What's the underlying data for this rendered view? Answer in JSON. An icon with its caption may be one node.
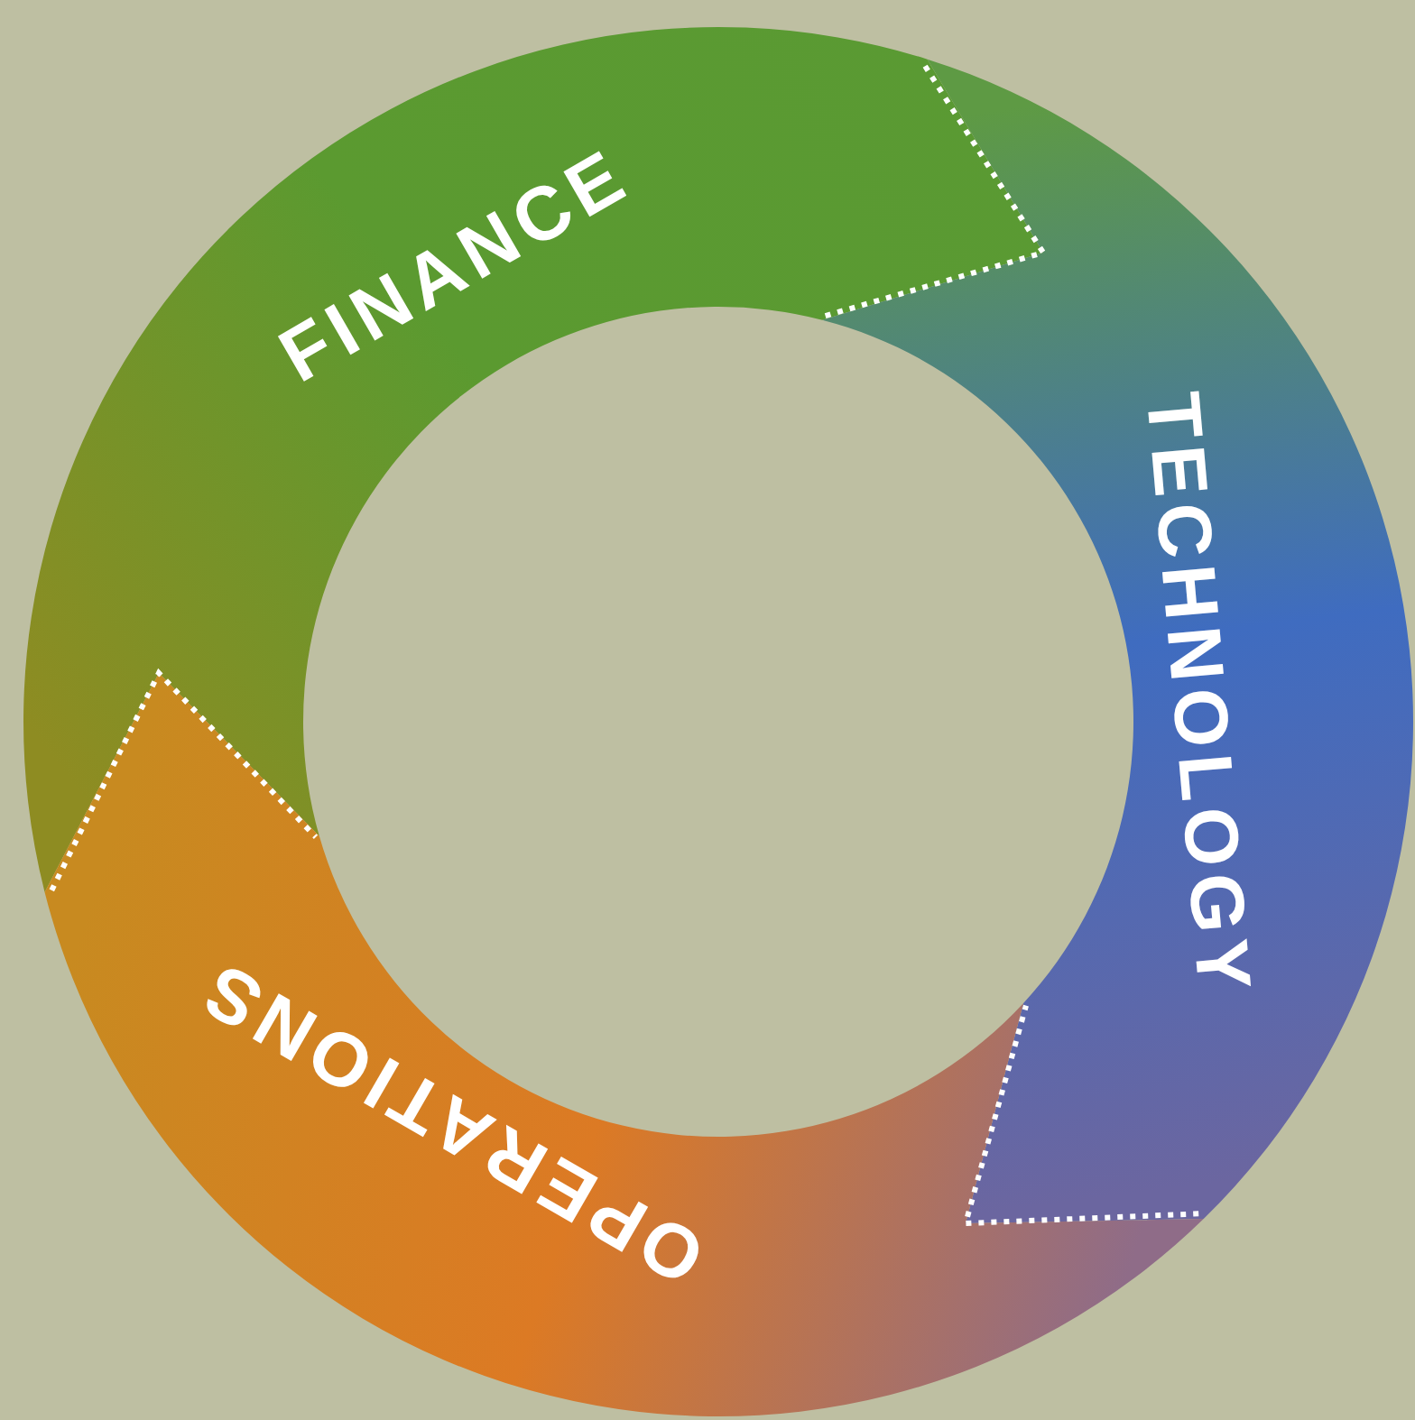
{
  "diagram": {
    "nodes": [
      {
        "text": [
          "FINANCE"
        ]
      },
      {
        "text": [
          "TECHNOLOGY"
        ]
      },
      {
        "text": [
          "OPERATIONS"
        ]
      }
    ]
  }
}
